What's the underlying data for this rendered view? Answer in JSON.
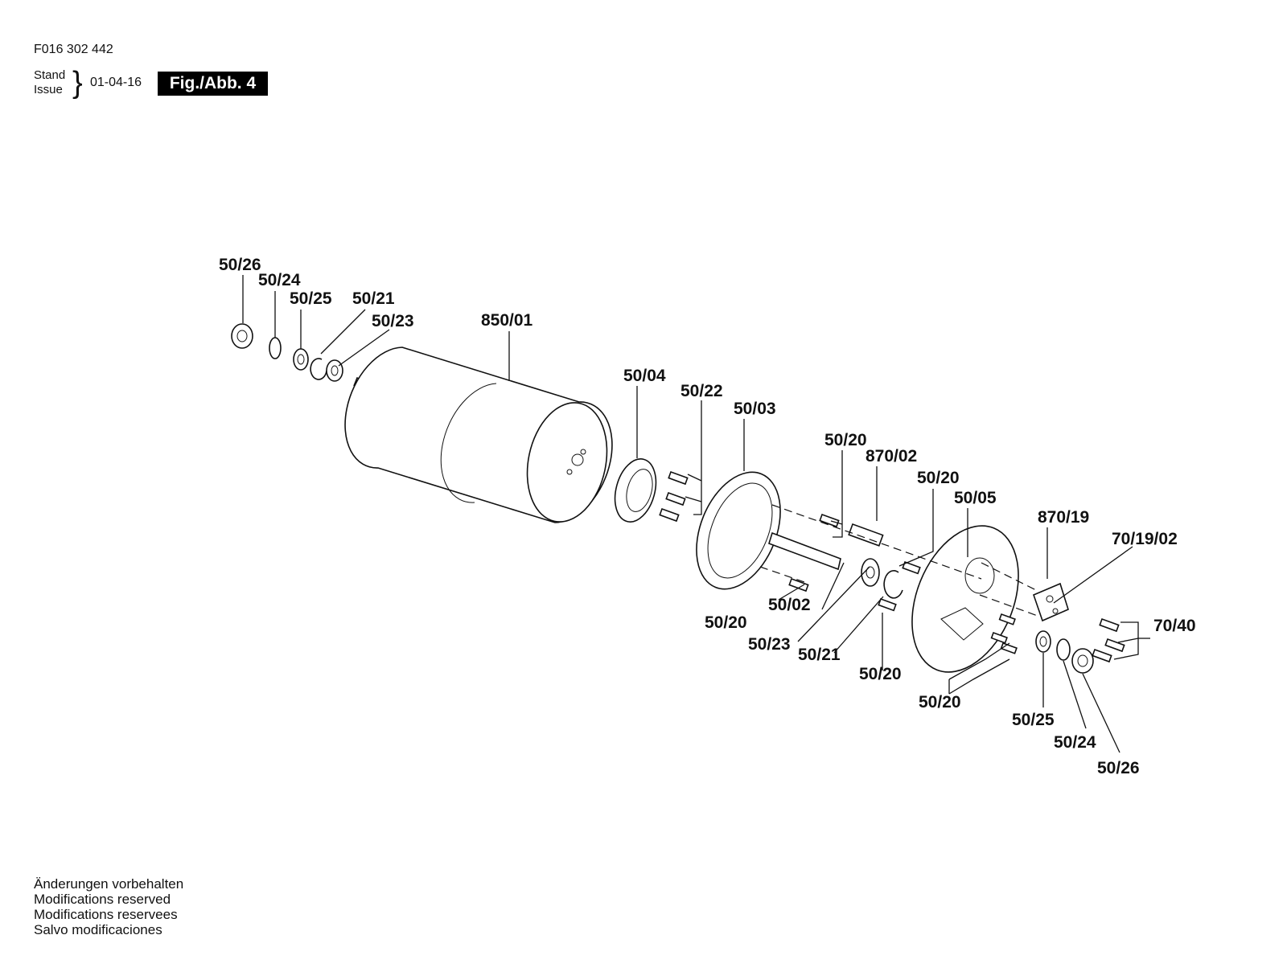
{
  "header": {
    "part_number": "F016 302 442",
    "stand_label": "Stand",
    "issue_label": "Issue",
    "date": "01-04-16",
    "figure": "Fig./Abb. 4"
  },
  "callouts": [
    {
      "id": "c1",
      "text": "50/26"
    },
    {
      "id": "c2",
      "text": "50/24"
    },
    {
      "id": "c3",
      "text": "50/25"
    },
    {
      "id": "c4",
      "text": "50/21"
    },
    {
      "id": "c5",
      "text": "50/23"
    },
    {
      "id": "c6",
      "text": "850/01"
    },
    {
      "id": "c7",
      "text": "50/04"
    },
    {
      "id": "c8",
      "text": "50/22"
    },
    {
      "id": "c9",
      "text": "50/03"
    },
    {
      "id": "c10",
      "text": "50/20"
    },
    {
      "id": "c11",
      "text": "870/02"
    },
    {
      "id": "c12",
      "text": "50/20"
    },
    {
      "id": "c13",
      "text": "50/05"
    },
    {
      "id": "c14",
      "text": "870/19"
    },
    {
      "id": "c15",
      "text": "70/19/02"
    },
    {
      "id": "c16",
      "text": "70/40"
    },
    {
      "id": "c17",
      "text": "50/20"
    },
    {
      "id": "c18",
      "text": "50/02"
    },
    {
      "id": "c19",
      "text": "50/23"
    },
    {
      "id": "c20",
      "text": "50/21"
    },
    {
      "id": "c21",
      "text": "50/20"
    },
    {
      "id": "c22",
      "text": "50/20"
    },
    {
      "id": "c23",
      "text": "50/25"
    },
    {
      "id": "c24",
      "text": "50/24"
    },
    {
      "id": "c25",
      "text": "50/26"
    }
  ],
  "footer": {
    "lines": [
      "Änderungen vorbehalten",
      "Modifications reserved",
      "Modifications reservees",
      "Salvo modificaciones"
    ]
  }
}
